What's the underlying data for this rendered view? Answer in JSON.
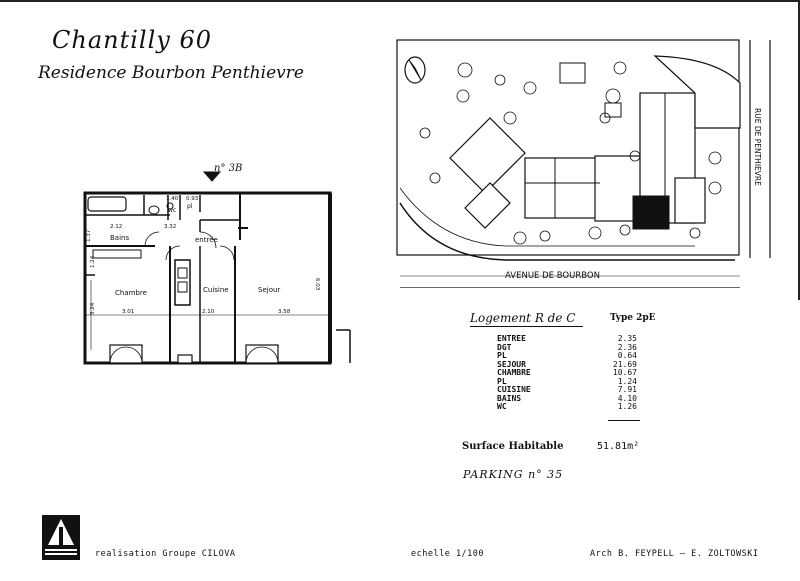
{
  "header": {
    "title": "Chantilly 60",
    "subtitle": "Residence Bourbon Penthievre"
  },
  "floorplan": {
    "unit_tag": "n° 3B",
    "rooms": {
      "bains": "Bains",
      "entree": "entrée",
      "wc": "wc",
      "pl": "pl",
      "chambre": "Chambre",
      "cuisine": "Cuisine",
      "sejour": "Sejour"
    },
    "dimensions": {
      "d1": "2.12",
      "d2": "1.40",
      "d3": "0.93",
      "d4": "3.32",
      "d5": "1.24",
      "d6": "3.24",
      "d7": "6.03",
      "d8": "3.01",
      "d9": "2.10",
      "d10": "3.58",
      "d11": "1.37"
    }
  },
  "siteplan": {
    "street_bottom": "AVENUE   DE   BOURBON",
    "street_right": "RUE DE PENTHIEVRE"
  },
  "logement": {
    "heading": "Logement R de C",
    "type_label": "Type 2pE",
    "rows": [
      {
        "label": "ENTREE",
        "value": "2.35"
      },
      {
        "label": "DGT",
        "value": "2.36"
      },
      {
        "label": "PL",
        "value": "0.64"
      },
      {
        "label": "SEJOUR",
        "value": "21.69"
      },
      {
        "label": "CHAMBRE",
        "value": "10.67"
      },
      {
        "label": "PL",
        "value": "1.24"
      },
      {
        "label": "CUISINE",
        "value": "7.91"
      },
      {
        "label": "BAINS",
        "value": "4.10"
      },
      {
        "label": "WC",
        "value": "1.26"
      }
    ],
    "surface_label": "Surface Habitable",
    "surface_value": "51.81m²",
    "parking": "PARKING n° 35"
  },
  "footer": {
    "realisation": "realisation Groupe CILOVA",
    "echelle": "echelle 1/100",
    "architects": "Arch  B. FEYPELL  —  E. ZOLTOWSKI"
  }
}
